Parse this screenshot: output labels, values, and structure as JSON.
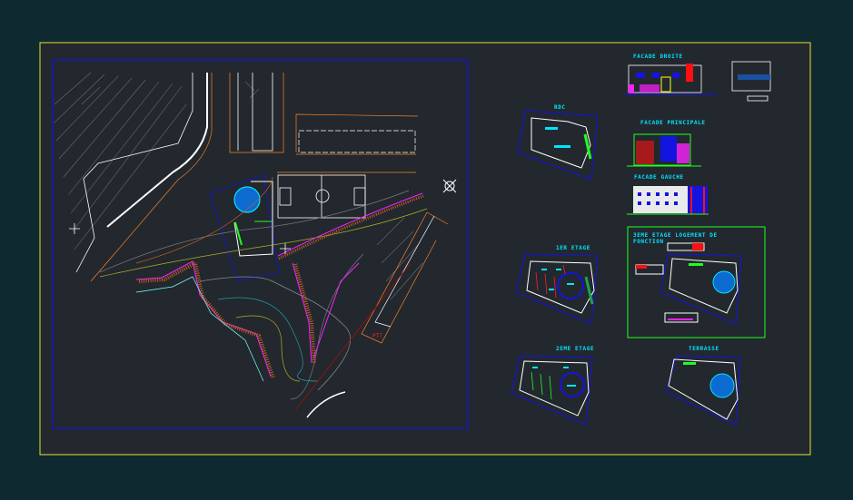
{
  "drawing": {
    "site_plan": {
      "annotation": "PTT"
    },
    "views": {
      "facade_droite": "FACADE DROITE",
      "rdc": "RDC",
      "facade_principale": "FACADE PRINCIPALE",
      "facade_gauche": "FACADE GAUCHE",
      "etage3_line1": "3EME ETAGE LOGEMENT DE",
      "etage3_line2": "FONCTION",
      "etage1": "1ER ETAGE",
      "etage2": "2EME ETAGE",
      "terrasse": "TERRASSE"
    }
  },
  "colors": {
    "background": "#0e2a30",
    "sheet": "#22282e",
    "frame": "#e8e030",
    "viewport": "#1010e0",
    "label": "#00e5ff"
  }
}
